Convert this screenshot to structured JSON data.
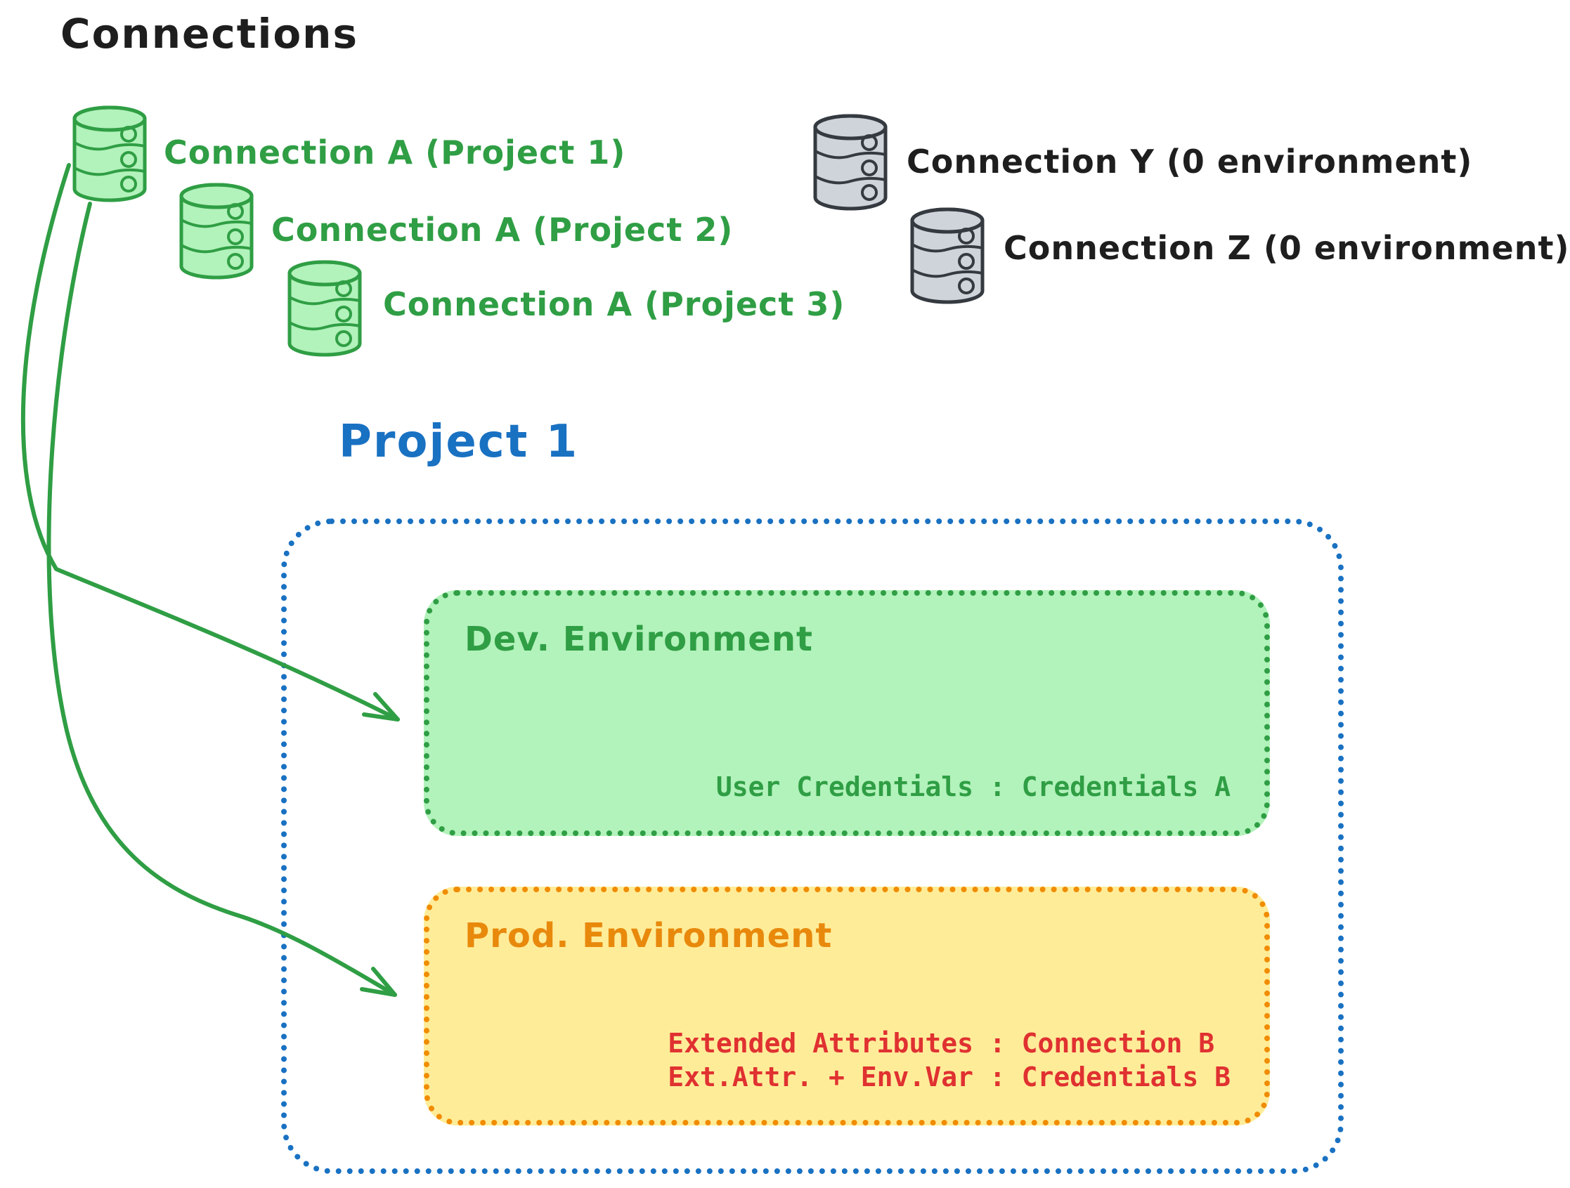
{
  "title": "Connections",
  "connections_green": [
    {
      "label": "Connection A (Project 1)"
    },
    {
      "label": "Connection A (Project 2)"
    },
    {
      "label": "Connection A (Project 3)"
    }
  ],
  "connections_gray": [
    {
      "label": "Connection Y (0 environment)"
    },
    {
      "label": "Connection Z (0 environment)"
    }
  ],
  "project": {
    "title": "Project 1",
    "dev": {
      "title": "Dev. Environment",
      "credentials": "User Credentials : Credentials A"
    },
    "prod": {
      "title": "Prod. Environment",
      "lines": [
        "Extended Attributes : Connection B",
        "Ext.Attr. + Env.Var : Credentials B"
      ]
    }
  },
  "colors": {
    "green": "#2f9e44",
    "green_fill": "#b2f2bb",
    "blue": "#1971c2",
    "orange": "#f08c00",
    "yellow_fill": "#ffec99",
    "red": "#e03131",
    "gray_stroke": "#343a40",
    "gray_fill": "#ced4da",
    "black": "#1e1e1e"
  }
}
